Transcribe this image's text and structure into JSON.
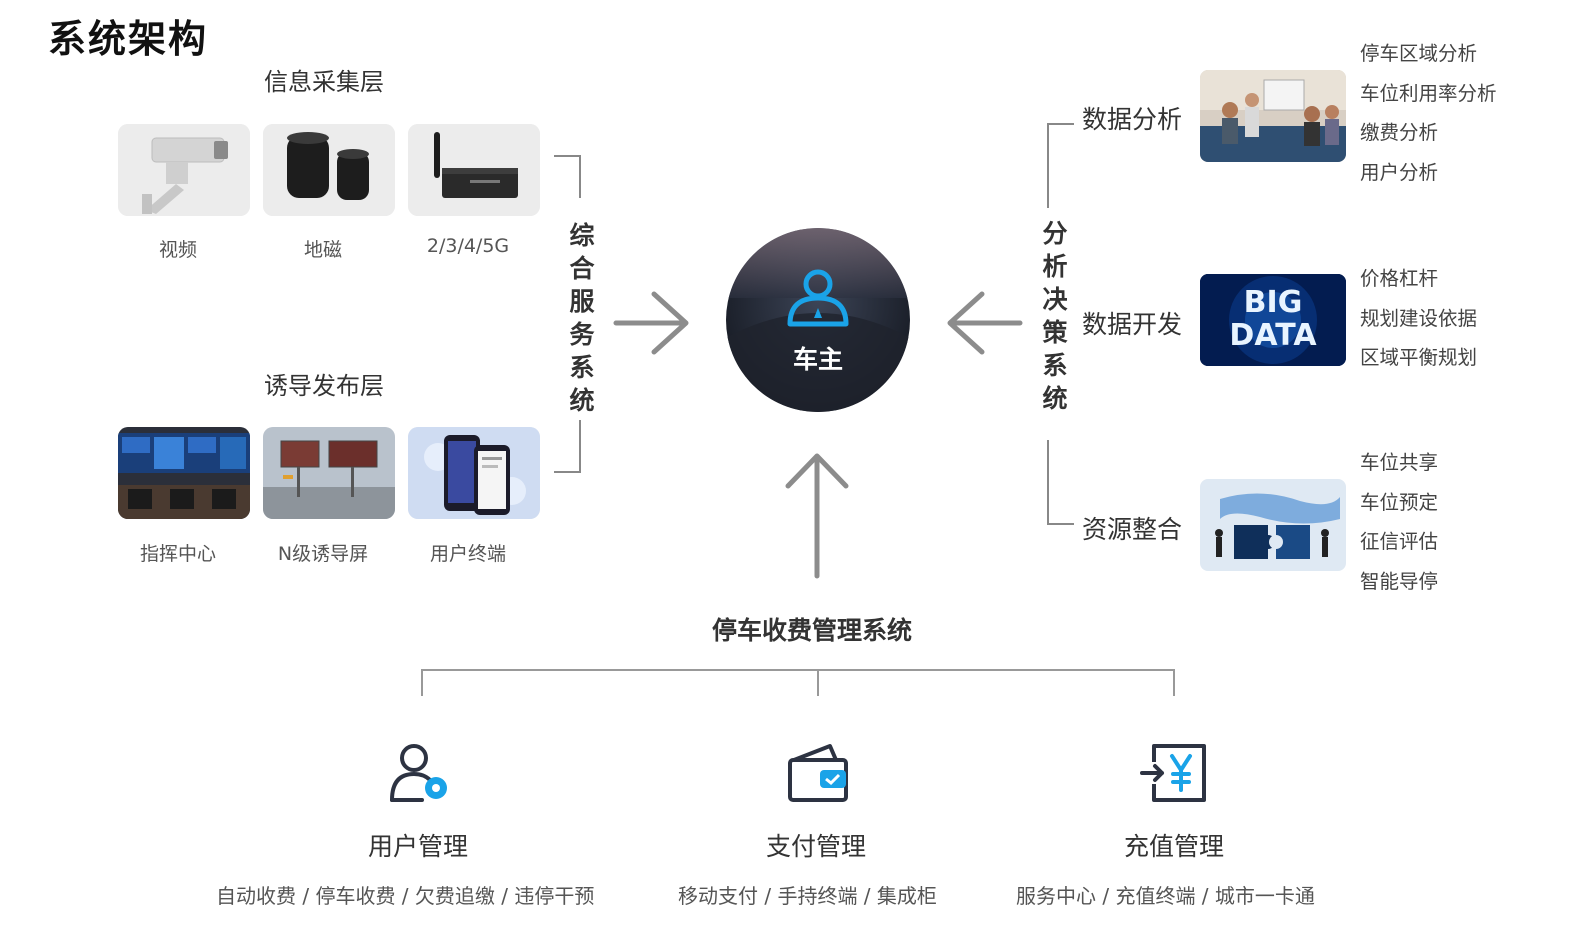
{
  "title": "系统架构",
  "info_layer": {
    "title": "信息采集层",
    "items": [
      {
        "label": "视频"
      },
      {
        "label": "地磁"
      },
      {
        "label": "2/3/4/5G"
      }
    ]
  },
  "guide_layer": {
    "title": "诱导发布层",
    "items": [
      {
        "label": "指挥中心"
      },
      {
        "label": "N级诱导屏"
      },
      {
        "label": "用户终端"
      }
    ]
  },
  "left_system": "综合服务系统",
  "right_system": "分析决策系统",
  "center": {
    "label": "车主"
  },
  "bottom_system": "停车收费管理系统",
  "analysis": [
    {
      "title": "数据分析",
      "items": [
        "停车区域分析",
        "车位利用率分析",
        "缴费分析",
        "用户分析"
      ]
    },
    {
      "title": "数据开发",
      "thumb_text": [
        "BIG",
        "DATA"
      ],
      "items": [
        "价格杠杆",
        "规划建设依据",
        "区域平衡规划"
      ]
    },
    {
      "title": "资源整合",
      "items": [
        "车位共享",
        "车位预定",
        "征信评估",
        "智能导停"
      ]
    }
  ],
  "management": [
    {
      "title": "用户管理",
      "icon": "user-gear-icon",
      "items": "自动收费 / 停车收费 / 欠费追缴 / 违停干预"
    },
    {
      "title": "支付管理",
      "icon": "wallet-icon",
      "items": "移动支付 / 手持终端 / 集成柜"
    },
    {
      "title": "充值管理",
      "icon": "recharge-yen-icon",
      "items": "服务中心 / 充值终端 / 城市一卡通"
    }
  ],
  "colors": {
    "accent": "#1aa3e8",
    "line": "#9a9a9a",
    "dark": "#2d3342"
  }
}
